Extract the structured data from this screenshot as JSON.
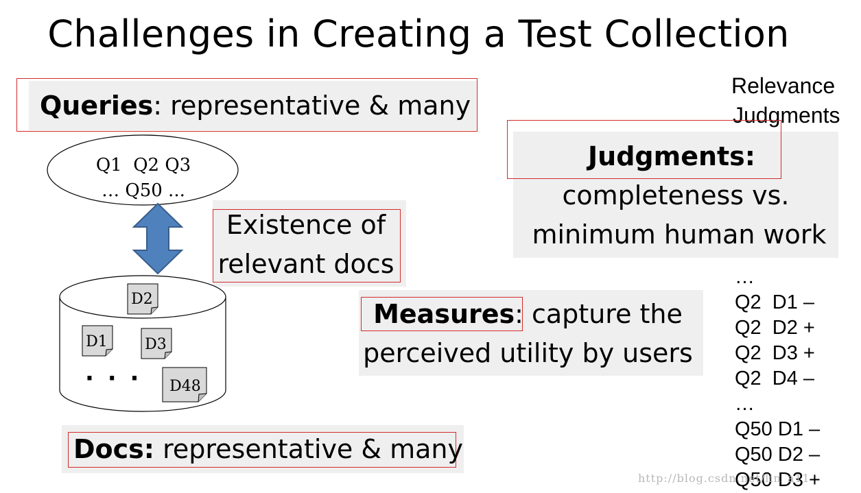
{
  "slide": {
    "title": "Challenges in Creating a Test Collection"
  },
  "queries_box": {
    "bold_label": "Queries",
    "text": ": representative & many"
  },
  "query_ellipse": {
    "line1": "Q1  Q2 Q3",
    "line2": "… Q50 ..."
  },
  "existence_box": {
    "line1": "Existence of",
    "line2": "relevant docs"
  },
  "doc_store": {
    "docs": [
      "D2",
      "D1",
      "D3",
      "D48"
    ],
    "ellipsis": "· · ·"
  },
  "docs_box": {
    "bold_label": "Docs:",
    "text": " representative & many"
  },
  "measures_box": {
    "bold_label": "Measures",
    "text": ": capture the",
    "line2": "perceived utility by users"
  },
  "relevance": {
    "header_line1": "Relevance",
    "header_line2": "Judgments",
    "partial_mark": "·",
    "lines": [
      "…",
      "Q2  D1 –",
      "Q2  D2 +",
      "Q2  D3 +",
      "Q2  D4 –",
      "…",
      "Q50 D1 –",
      "Q50 D2 –",
      "Q50 D3 +"
    ]
  },
  "judgments_box": {
    "bold_label": "Judgments:",
    "line2": "completeness vs.",
    "line3": "minimum human work"
  },
  "watermark": "http://blog.csdn.net/lin_a11",
  "colors": {
    "box_border": "#d32a2a",
    "box_fill": "#efefef",
    "arrow_fill": "#4f81bd",
    "arrow_stroke": "#385d8a"
  }
}
